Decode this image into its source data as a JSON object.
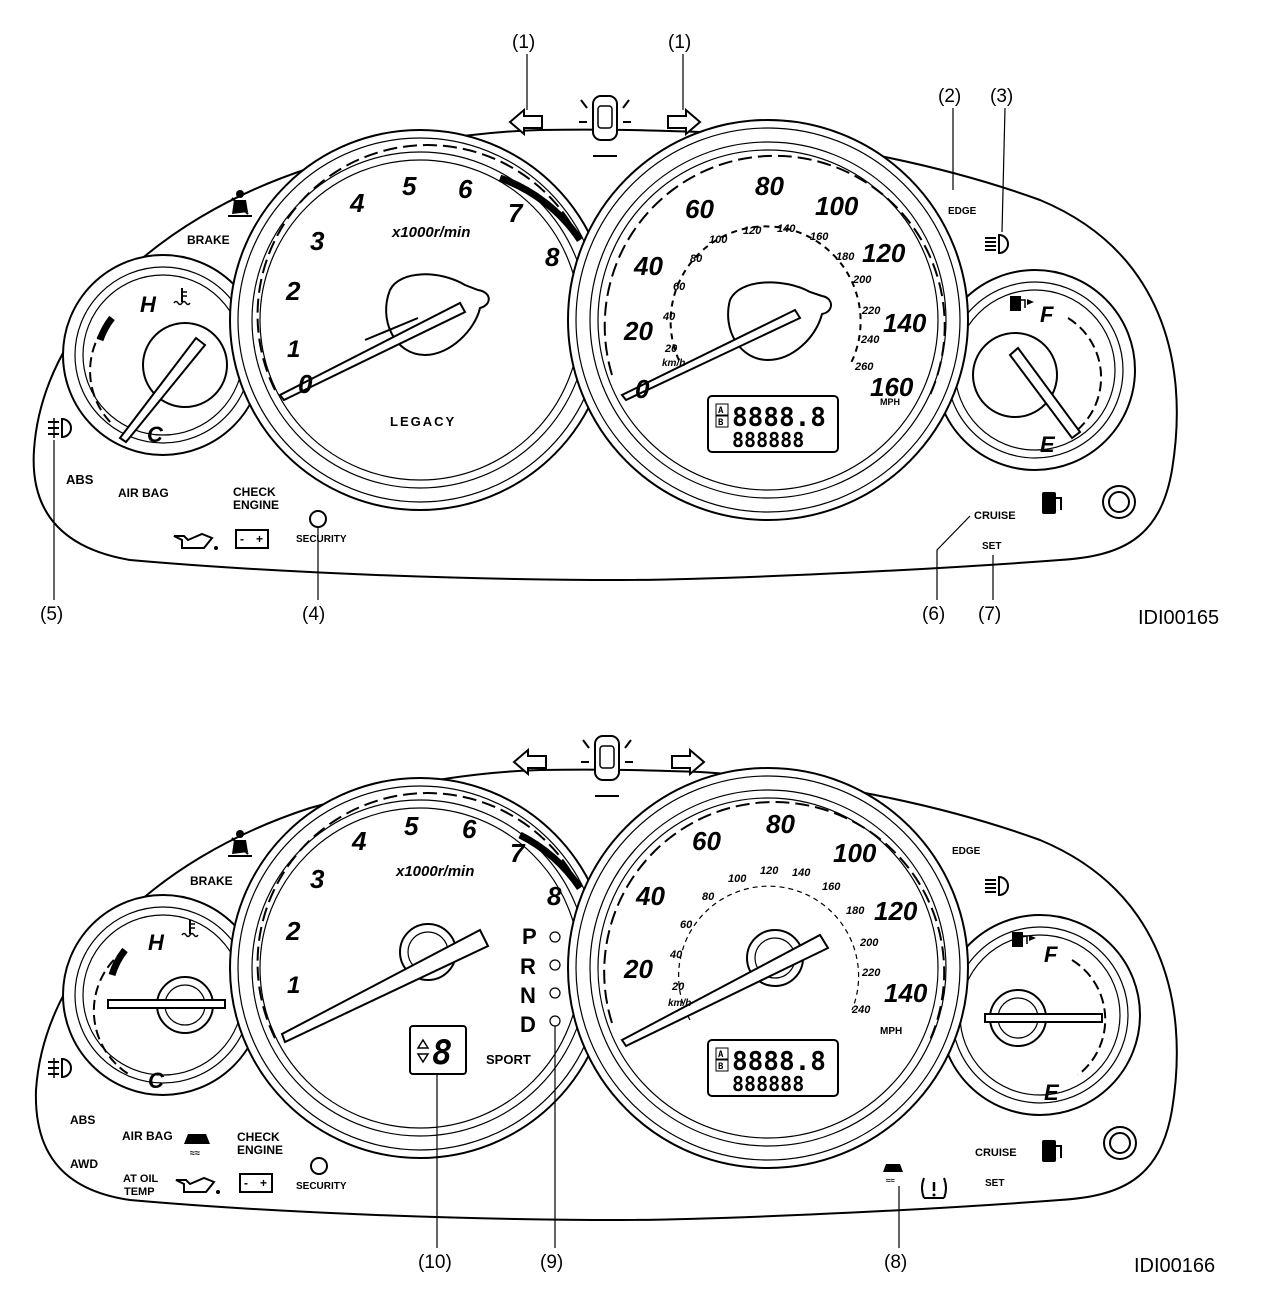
{
  "diagram_codes": [
    "IDI00165",
    "IDI00166"
  ],
  "callouts": {
    "c1": "(1)",
    "c2": "(2)",
    "c3": "(3)",
    "c4": "(4)",
    "c5": "(5)",
    "c6": "(6)",
    "c7": "(7)",
    "c8": "(8)",
    "c9": "(9)",
    "c10": "(10)"
  },
  "labels": {
    "brake": "BRAKE",
    "abs": "ABS",
    "awd": "AWD",
    "airbag": "AIR BAG",
    "check1": "CHECK",
    "check2": "ENGINE",
    "security": "SECURITY",
    "cruise": "CRUISE",
    "set": "SET",
    "edge": "EDGE",
    "legacy": "LEGACY",
    "sport": "SPORT",
    "atoil1": "AT OIL",
    "atoil2": "TEMP",
    "rpm_unit": "x1000r/min",
    "mph": "MPH",
    "kmh": "km/h",
    "temp_hot": "H",
    "temp_cold": "C",
    "fuel_full": "F",
    "fuel_empty": "E",
    "lcd_top": "8888.8",
    "lcd_bottom": "888888",
    "lcd_a": "A",
    "lcd_b": "B",
    "gear_digit": "8"
  },
  "gears": [
    "P",
    "R",
    "N",
    "D"
  ],
  "cluster1": {
    "tach": [
      "0",
      "1",
      "2",
      "3",
      "4",
      "5",
      "6",
      "7",
      "8"
    ],
    "speed_mph": [
      "0",
      "20",
      "40",
      "60",
      "80",
      "100",
      "120",
      "140",
      "160"
    ],
    "speed_kmh": [
      "20",
      "40",
      "60",
      "80",
      "100",
      "120",
      "140",
      "160",
      "180",
      "200",
      "220",
      "240",
      "260"
    ]
  },
  "cluster2": {
    "tach": [
      "1",
      "2",
      "3",
      "4",
      "5",
      "6",
      "7",
      "8"
    ],
    "speed_mph": [
      "20",
      "40",
      "60",
      "80",
      "100",
      "120",
      "140"
    ],
    "speed_kmh": [
      "20",
      "40",
      "60",
      "80",
      "100",
      "120",
      "140",
      "160",
      "180",
      "200",
      "220",
      "240"
    ]
  }
}
